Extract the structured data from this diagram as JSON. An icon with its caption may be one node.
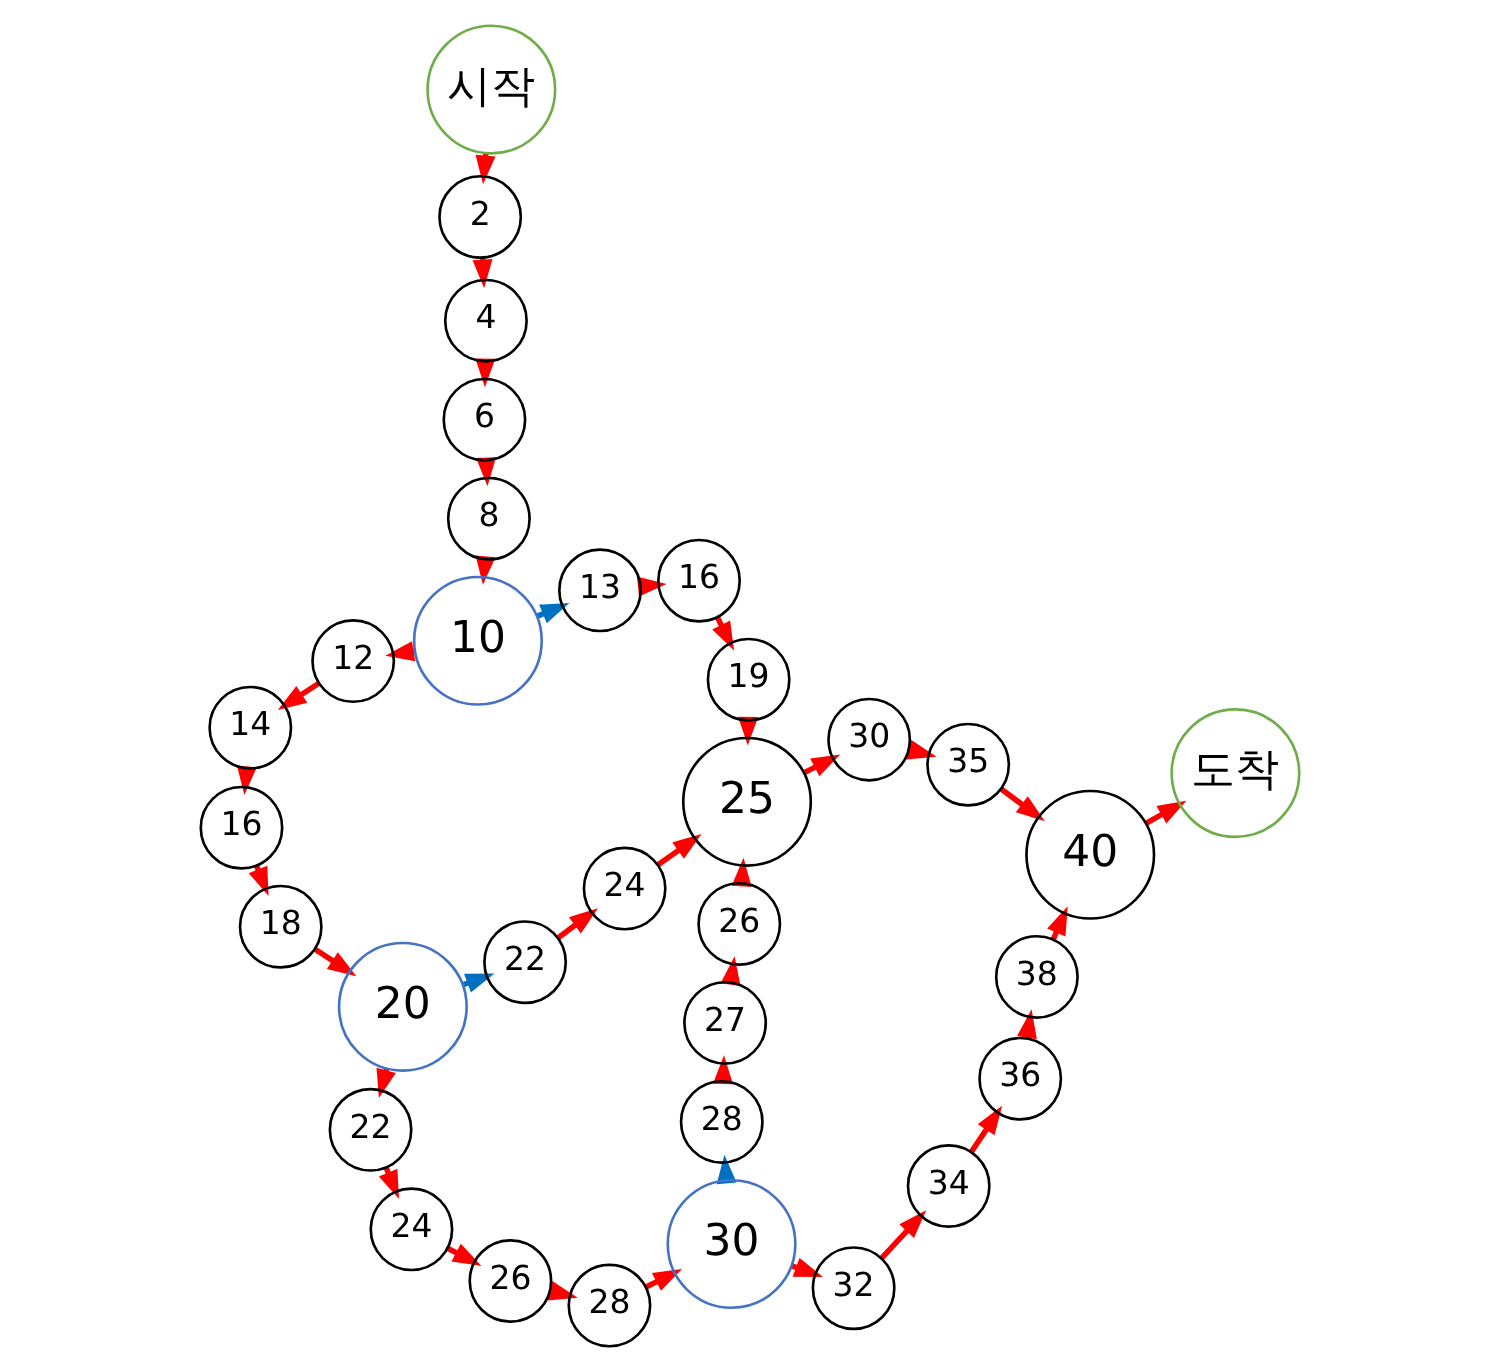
{
  "diagram": {
    "nodes": [
      {
        "text": [
          "시작"
        ]
      },
      {
        "text": [
          "도착"
        ]
      },
      {
        "text": [
          "2"
        ]
      },
      {
        "text": [
          "40"
        ]
      },
      {
        "text": [
          "38"
        ]
      },
      {
        "text": [
          "4"
        ]
      },
      {
        "text": [
          "36"
        ]
      },
      {
        "text": [
          "6"
        ]
      },
      {
        "text": [
          "35"
        ]
      },
      {
        "text": [
          "34"
        ]
      },
      {
        "text": [
          "8"
        ]
      },
      {
        "text": [
          "30"
        ]
      },
      {
        "text": [
          "32"
        ]
      },
      {
        "text": [
          "10"
        ]
      },
      {
        "text": [
          "13"
        ]
      },
      {
        "text": [
          "16"
        ]
      },
      {
        "text": [
          "19"
        ]
      },
      {
        "text": [
          "25"
        ]
      },
      {
        "text": [
          "26"
        ]
      },
      {
        "text": [
          "27"
        ]
      },
      {
        "text": [
          "28"
        ]
      },
      {
        "text": [
          "30"
        ]
      },
      {
        "text": [
          "12"
        ]
      },
      {
        "text": [
          "24"
        ]
      },
      {
        "text": [
          "28"
        ]
      },
      {
        "text": [
          "14"
        ]
      },
      {
        "text": [
          "22"
        ]
      },
      {
        "text": [
          "26"
        ]
      },
      {
        "text": [
          "16"
        ]
      },
      {
        "text": [
          "24"
        ]
      },
      {
        "text": [
          "18"
        ]
      },
      {
        "text": [
          "20"
        ]
      },
      {
        "text": [
          "22"
        ]
      }
    ],
    "edges": [
      {
        "from": 0,
        "to": 2,
        "arrow": "to"
      },
      {
        "from": 2,
        "to": 5,
        "arrow": "to"
      },
      {
        "from": 5,
        "to": 7,
        "arrow": "to"
      },
      {
        "from": 7,
        "to": 10,
        "arrow": "to"
      },
      {
        "from": 10,
        "to": 13,
        "arrow": "to"
      },
      {
        "from": 13,
        "to": 14,
        "arrow": "to",
        "color": "#0070c0"
      },
      {
        "from": 14,
        "to": 15,
        "arrow": "to"
      },
      {
        "from": 15,
        "to": 16,
        "arrow": "to"
      },
      {
        "from": 16,
        "to": 17,
        "arrow": "to"
      },
      {
        "from": 13,
        "to": 22,
        "arrow": "to"
      },
      {
        "from": 22,
        "to": 25,
        "arrow": "to"
      },
      {
        "from": 25,
        "to": 28,
        "arrow": "to"
      },
      {
        "from": 28,
        "to": 30,
        "arrow": "to"
      },
      {
        "from": 30,
        "to": 31,
        "arrow": "to"
      },
      {
        "from": 31,
        "to": 26,
        "arrow": "to",
        "color": "#0070c0"
      },
      {
        "from": 26,
        "to": 23,
        "arrow": "to"
      },
      {
        "from": 23,
        "to": 17,
        "arrow": "to"
      },
      {
        "from": 31,
        "to": 32,
        "arrow": "to"
      },
      {
        "from": 32,
        "to": 29,
        "arrow": "to"
      },
      {
        "from": 29,
        "to": 27,
        "arrow": "to"
      },
      {
        "from": 27,
        "to": 24,
        "arrow": "to"
      },
      {
        "from": 24,
        "to": 21,
        "arrow": "to"
      },
      {
        "from": 21,
        "to": 20,
        "arrow": "to",
        "color": "#0070c0"
      },
      {
        "from": 20,
        "to": 19,
        "arrow": "to"
      },
      {
        "from": 19,
        "to": 18,
        "arrow": "to"
      },
      {
        "from": 18,
        "to": 17,
        "arrow": "to"
      },
      {
        "from": 21,
        "to": 12,
        "arrow": "to"
      },
      {
        "from": 12,
        "to": 9,
        "arrow": "to"
      },
      {
        "from": 9,
        "to": 6,
        "arrow": "to"
      },
      {
        "from": 6,
        "to": 4,
        "arrow": "to"
      },
      {
        "from": 4,
        "to": 3,
        "arrow": "to"
      },
      {
        "from": 17,
        "to": 11,
        "arrow": "to"
      },
      {
        "from": 11,
        "to": 8,
        "arrow": "to"
      },
      {
        "from": 8,
        "to": 3,
        "arrow": "to"
      },
      {
        "from": 3,
        "to": 1,
        "arrow": "to"
      }
    ]
  }
}
